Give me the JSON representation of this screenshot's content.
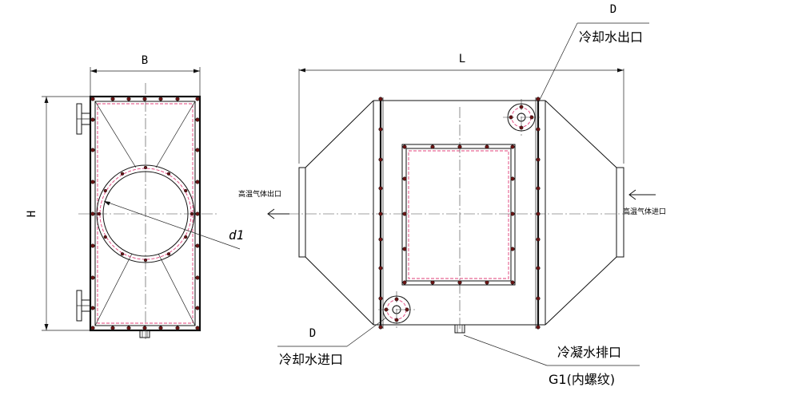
{
  "side_view": {
    "width_label": "B",
    "height_label": "H",
    "diameter_label": "d1"
  },
  "main_view": {
    "length_label": "L",
    "inlet_label": "高温气体进口",
    "outlet_label": "高温气体出口"
  },
  "callouts": {
    "water_out_ref": "D",
    "water_out_label": "冷却水出口",
    "water_in_ref": "D",
    "water_in_label": "冷却水进口",
    "drain_label": "冷凝水排口",
    "drain_thread": "G1(内螺纹)"
  }
}
